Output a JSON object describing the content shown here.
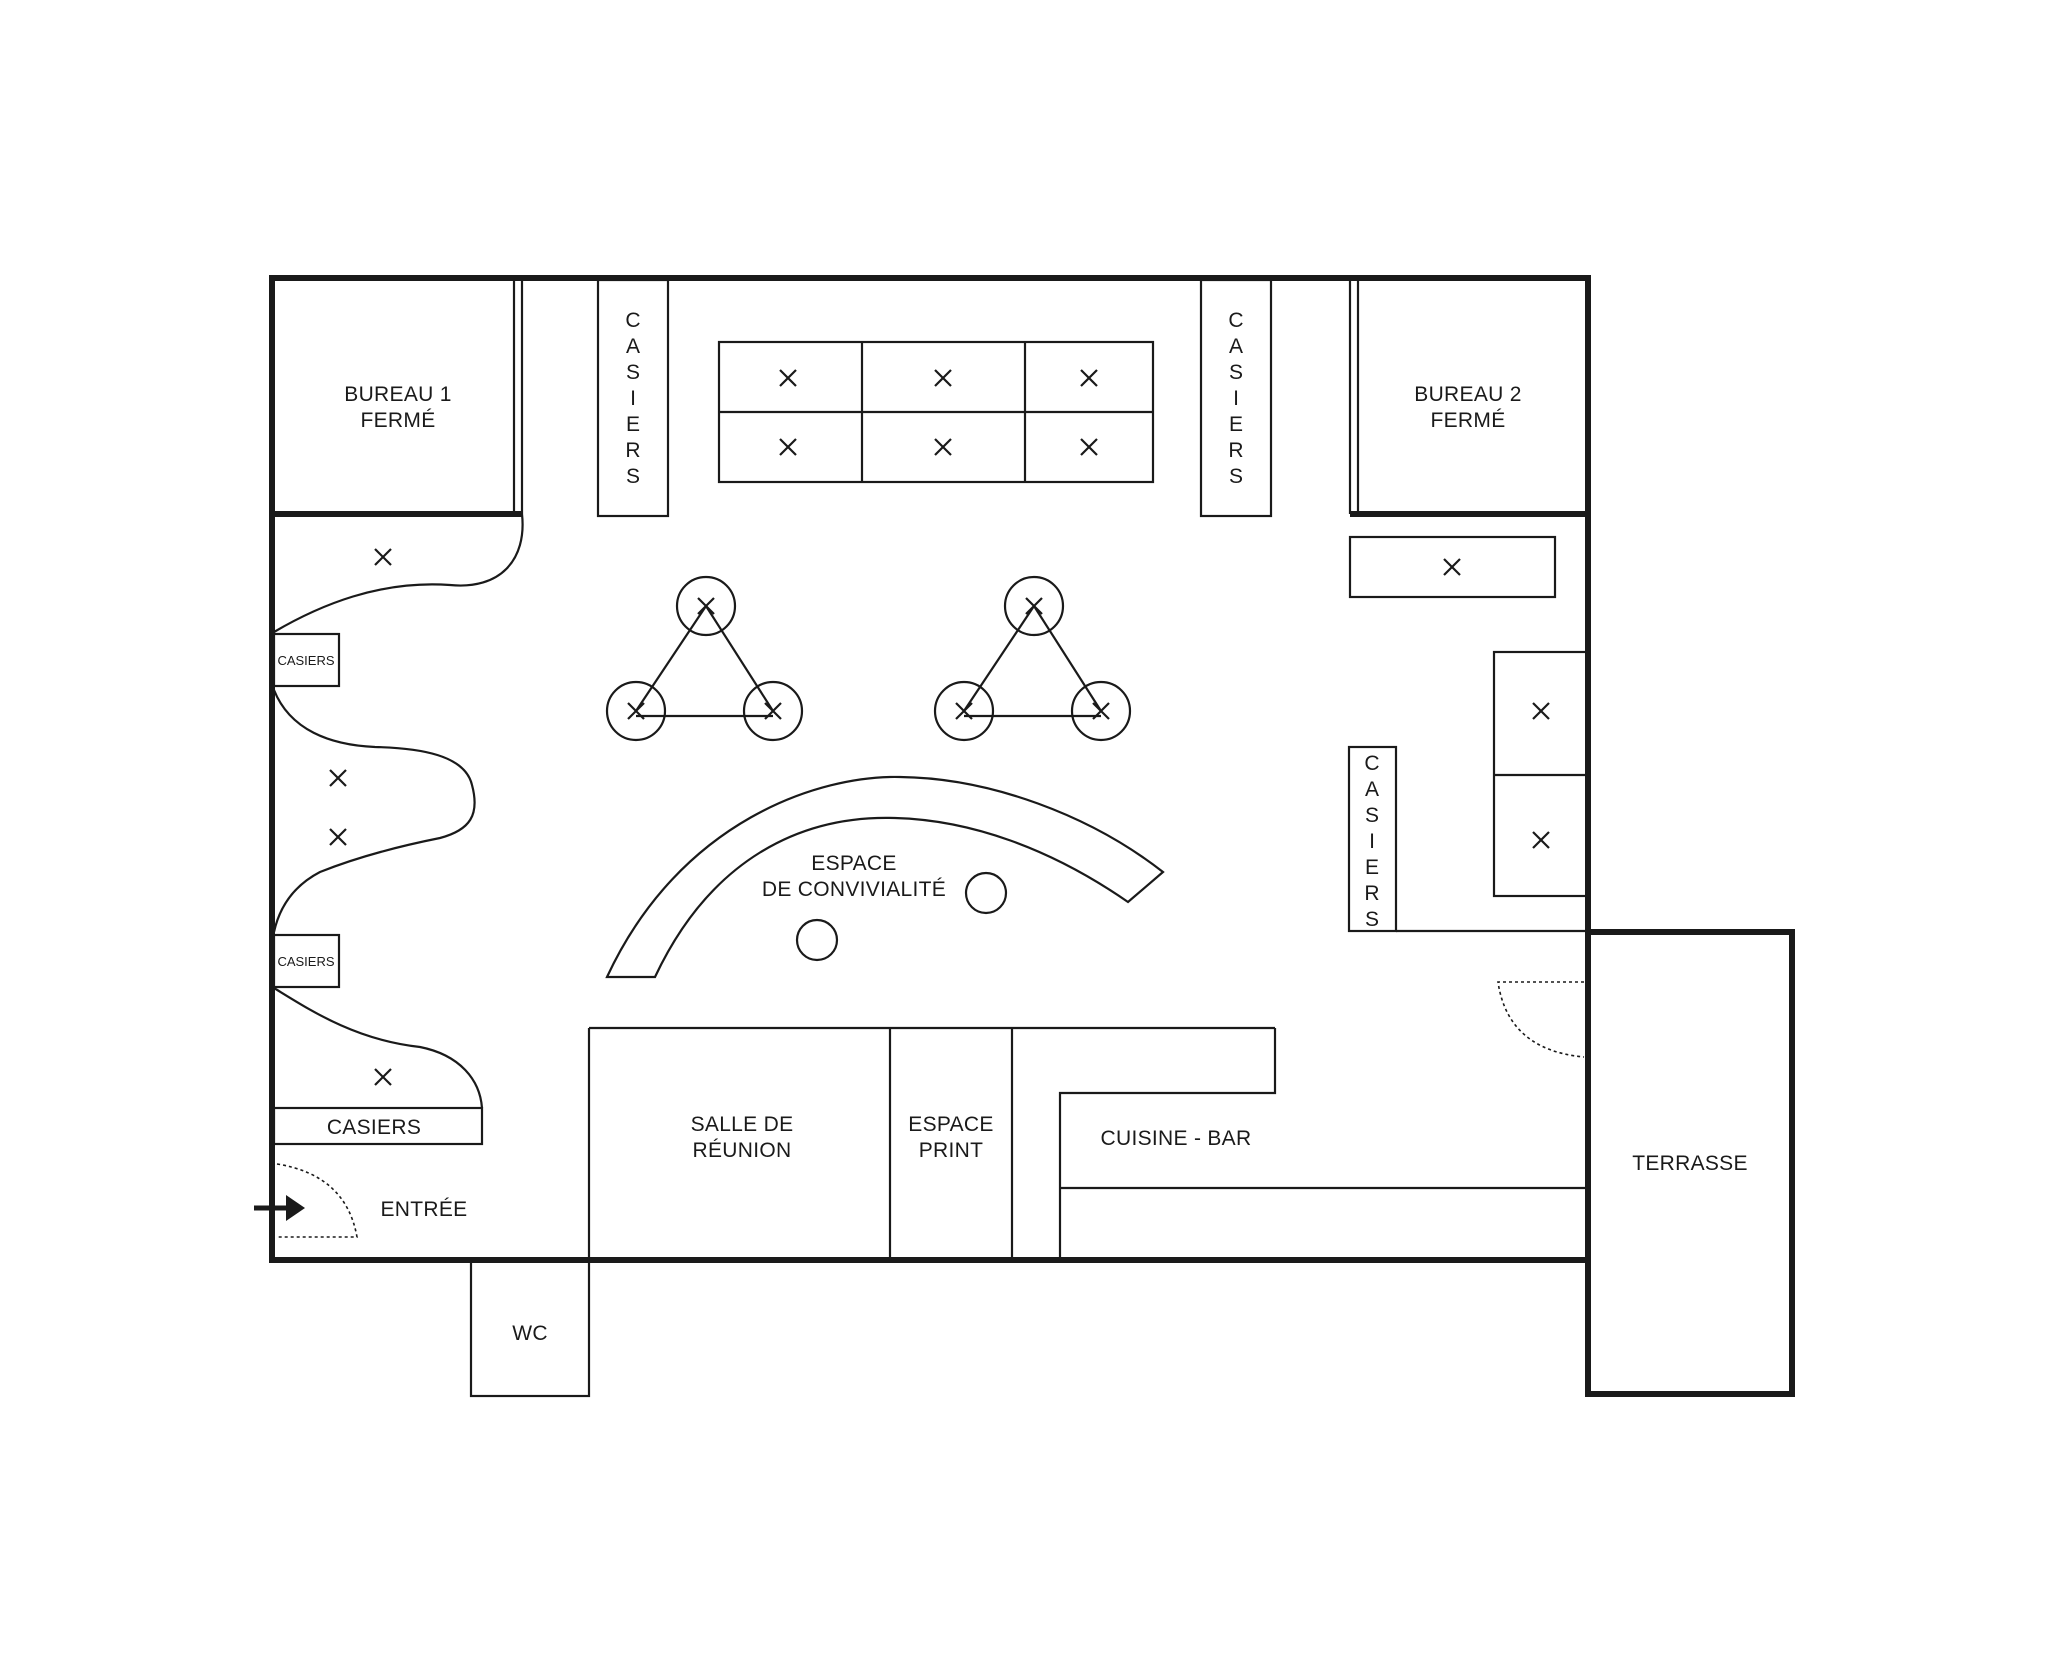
{
  "rooms": {
    "bureau1_line1": "BUREAU 1",
    "bureau1_line2": "FERMÉ",
    "bureau2_line1": "BUREAU 2",
    "bureau2_line2": "FERMÉ",
    "salle_line1": "SALLE DE",
    "salle_line2": "RÉUNION",
    "print_line1": "ESPACE",
    "print_line2": "PRINT",
    "cuisine": "CUISINE - BAR",
    "terrasse": "TERRASSE",
    "wc": "WC",
    "entree": "ENTRÉE",
    "convivialite_line1": "ESPACE",
    "convivialite_line2": "DE CONVIVIALITÉ"
  },
  "lockers": {
    "label": "CASIERS",
    "vertical_letters": [
      "C",
      "A",
      "S",
      "I",
      "E",
      "R",
      "S"
    ]
  },
  "colors": {
    "stroke": "#1a1a1a",
    "background": "#ffffff"
  },
  "icons": {
    "desk_marker": "x-mark-icon",
    "entrance": "arrow-right-icon"
  }
}
